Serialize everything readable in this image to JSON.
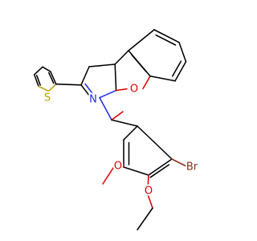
{
  "molecule": {
    "atom_labels": {
      "sulfur": "S",
      "ring_oxygen": "O",
      "nitrogen": "N",
      "bromine": "Br",
      "methoxy_oxygen": "O",
      "ethoxy_oxygen": "O"
    },
    "colors": {
      "bond": "#000000",
      "sulfur": "#b8a000",
      "oxygen": "#e00000",
      "nitrogen": "#1f2ee6",
      "bromine": "#8b2e16",
      "background": "#ffffff"
    }
  }
}
